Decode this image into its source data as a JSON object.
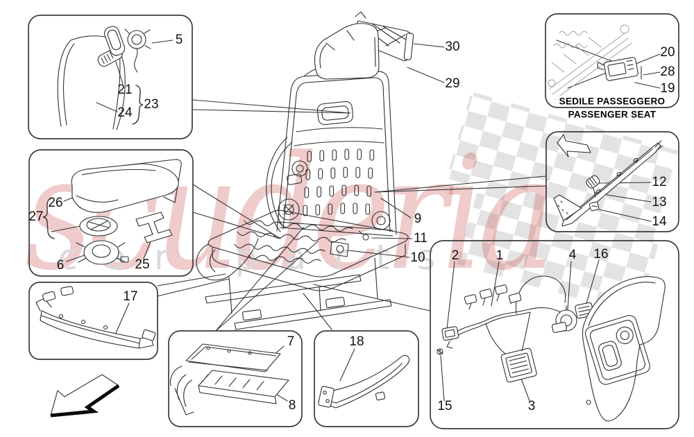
{
  "diagram": {
    "watermark": {
      "brand": "scuderia",
      "tagline": "car parts",
      "brand_color": "#c95454",
      "tagline_color": "#dadada",
      "checker_color": "#e3e3e3"
    },
    "captions": {
      "seat_it": "SEDILE PASSEGGERO",
      "seat_en": "PASSENGER SEAT"
    },
    "callouts": {
      "c1": "1",
      "c2": "2",
      "c3": "3",
      "c4": "4",
      "c5": "5",
      "c6": "6",
      "c7": "7",
      "c8": "8",
      "c9": "9",
      "c10": "10",
      "c11": "11",
      "c12": "12",
      "c13": "13",
      "c14": "14",
      "c15": "15",
      "c16": "16",
      "c17": "17",
      "c18": "18",
      "c19": "19",
      "c20": "20",
      "c21": "21",
      "c23": "23",
      "c24": "24",
      "c25": "25",
      "c26": "26",
      "c27": "27",
      "c28": "28",
      "c29": "29",
      "c30": "30"
    },
    "colors": {
      "line": "#2e2e2e",
      "box_border": "#3a3a3a"
    }
  }
}
